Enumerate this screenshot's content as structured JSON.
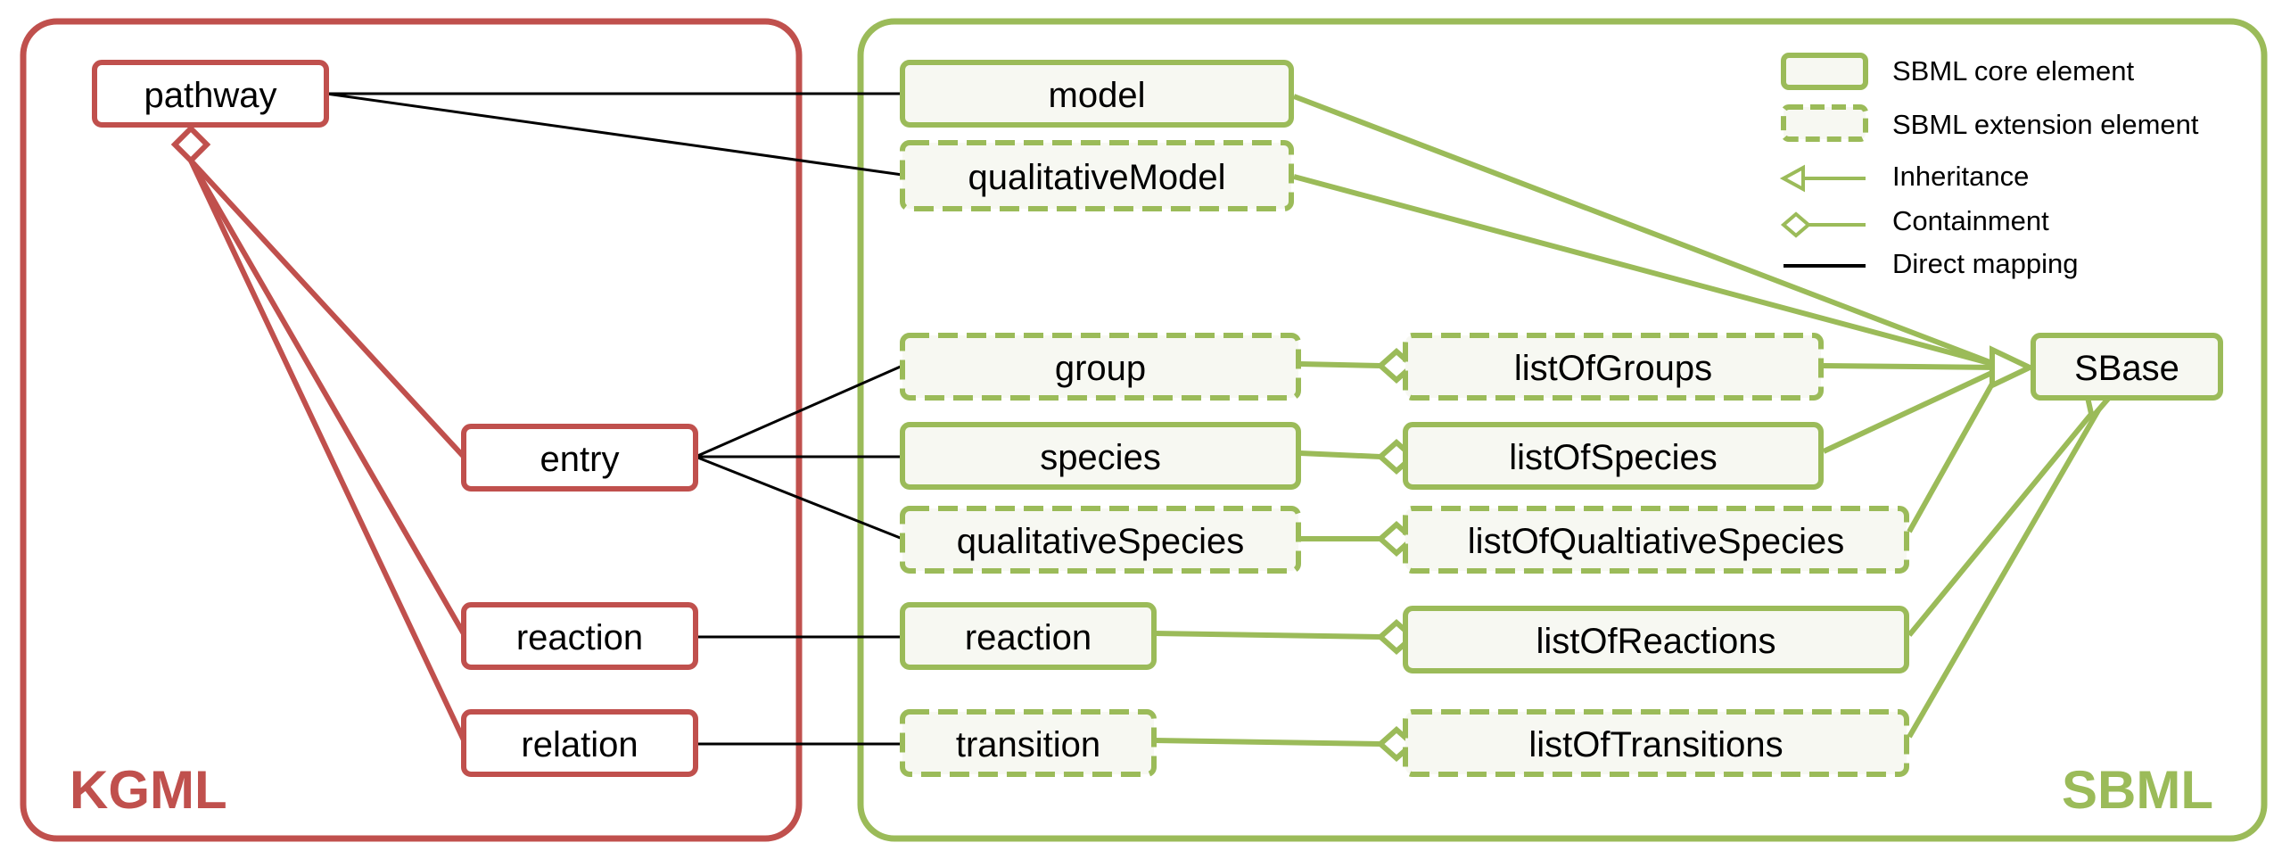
{
  "colors": {
    "kgml": "#c0504d",
    "sbml": "#9bbb59",
    "node_fill_sbml": "#f7f8f2",
    "mapping": "#000000"
  },
  "kgml": {
    "label": "KGML",
    "nodes": {
      "pathway": "pathway",
      "entry": "entry",
      "reaction": "reaction",
      "relation": "relation"
    }
  },
  "sbml": {
    "label": "SBML",
    "nodes": {
      "model": "model",
      "qualitativeModel": "qualitativeModel",
      "group": "group",
      "species": "species",
      "qualitativeSpecies": "qualitativeSpecies",
      "reaction": "reaction",
      "transition": "transition",
      "listOfGroups": "listOfGroups",
      "listOfSpecies": "listOfSpecies",
      "listOfQualitativeSpecies": "listOfQualtiativeSpecies",
      "listOfReactions": "listOfReactions",
      "listOfTransitions": "listOfTransitions",
      "sbase": "SBase"
    }
  },
  "legend": {
    "core": "SBML core element",
    "extension": "SBML extension element",
    "inheritance": "Inheritance",
    "containment": "Containment",
    "mapping": "Direct mapping"
  }
}
